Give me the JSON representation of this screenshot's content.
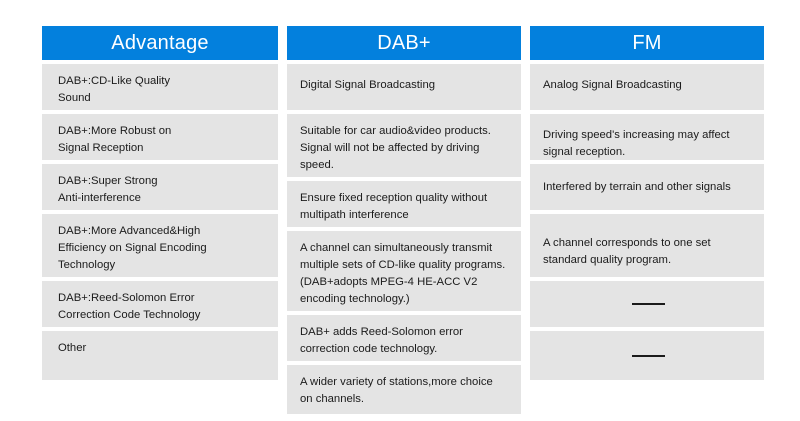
{
  "table": {
    "columns": [
      {
        "key": "advantage",
        "header": "Advantage",
        "header_color": "#0380dd",
        "cells": [
          "DAB+:CD-Like Quality\nSound",
          "DAB+:More Robust on\nSignal Reception",
          "DAB+:Super Strong\nAnti-interference",
          "DAB+:More Advanced&High\nEfficiency on Signal Encoding\nTechnology",
          "DAB+:Reed-Solomon Error\nCorrection Code Technology",
          "Other"
        ]
      },
      {
        "key": "dabplus",
        "header": "DAB+",
        "header_color": "#0380dd",
        "cells": [
          "Digital Signal Broadcasting",
          "Suitable for car audio&video products.\nSignal will not be affected by driving\nspeed.",
          "Ensure fixed reception quality without\nmultipath interference",
          "A channel can simultaneously transmit\nmultiple sets of CD-like quality programs.\n(DAB+adopts MPEG-4 HE-ACC V2\nencoding technology.)",
          "DAB+ adds Reed-Solomon error\ncorrection code technology.",
          "A wider variety of stations,more choice\non channels."
        ]
      },
      {
        "key": "fm",
        "header": "FM",
        "header_color": "#0380dd",
        "cells": [
          "Analog Signal Broadcasting",
          "Driving speed's increasing may affect\nsignal reception.",
          "Interfered by terrain and other signals",
          "A channel corresponds to one set\nstandard quality program.",
          "",
          ""
        ],
        "dash_rows": [
          4,
          5
        ]
      }
    ],
    "cell_background": "#e4e4e4",
    "text_color": "#1b1b1b"
  }
}
